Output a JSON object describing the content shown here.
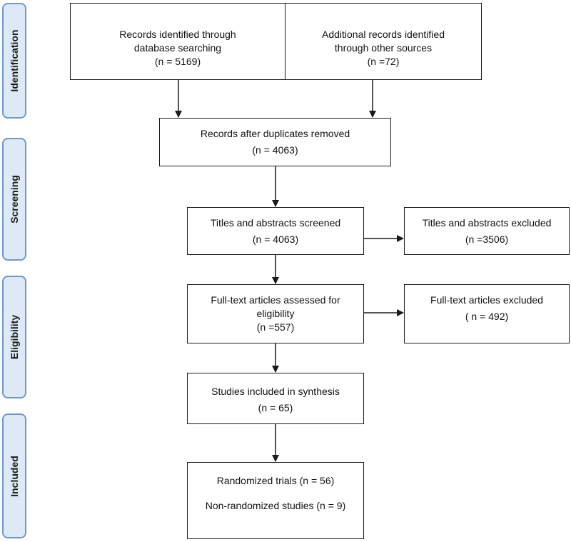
{
  "phases": {
    "identification": "Identification",
    "screening": "Screening",
    "eligibility": "Eligibility",
    "included": "Included"
  },
  "boxes": {
    "database_records": {
      "line1": "Records identified through",
      "line2": "database searching",
      "count": "(n = 5169)"
    },
    "other_records": {
      "line1": "Additional records identified",
      "line2": "through other sources",
      "count": "(n =72)"
    },
    "after_duplicates": {
      "line1": "Records after duplicates removed",
      "count": "(n = 4063)"
    },
    "screened": {
      "line1": "Titles and abstracts screened",
      "count": "(n = 4063)"
    },
    "screened_excluded": {
      "line1": "Titles and abstracts excluded",
      "count": "(n =3506)"
    },
    "fulltext_assessed": {
      "line1": "Full-text articles assessed for",
      "line2": "eligibility",
      "count": "(n =557)"
    },
    "fulltext_excluded": {
      "line1": "Full-text articles excluded",
      "count": "( n = 492)"
    },
    "synthesis": {
      "line1": "Studies included in synthesis",
      "count": "(n = 65)"
    },
    "included_types": {
      "randomized": "Randomized trials (n = 56)",
      "non_randomized": "Non-randomized studies (n = 9)"
    }
  }
}
